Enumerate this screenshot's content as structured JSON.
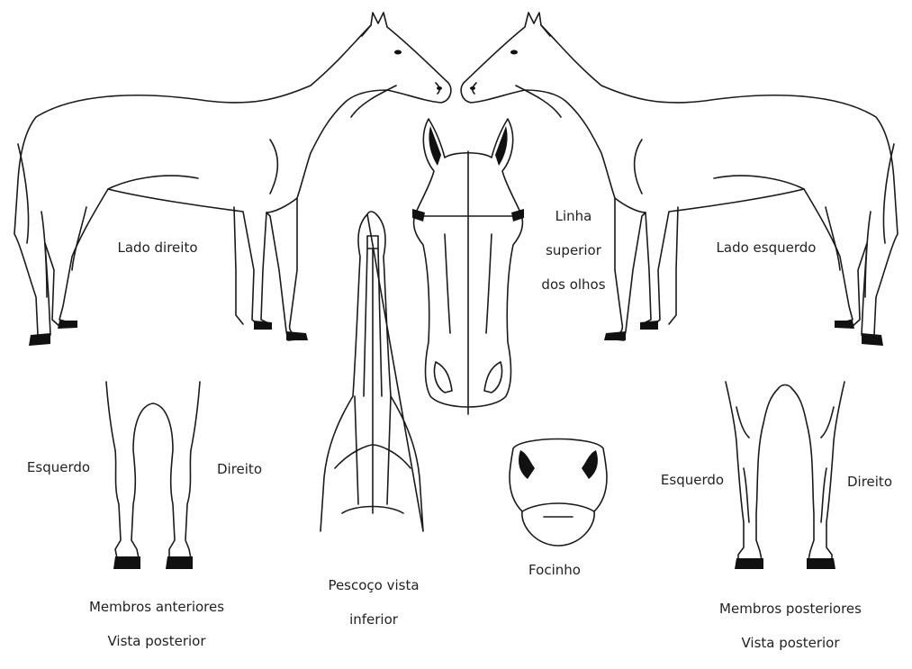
{
  "figure": {
    "labels": {
      "right_side": "Lado direito",
      "left_side": "Lado esquerdo",
      "eye_line": [
        "Linha",
        "superior",
        "dos olhos"
      ],
      "forelimbs_left": "Esquerdo",
      "forelimbs_right": "Direito",
      "forelimbs_caption": [
        "Membros anteriores",
        "Vista posterior"
      ],
      "neck_caption": [
        "Pescoço vista",
        "inferior"
      ],
      "muzzle_caption": "Focinho",
      "hindlimbs_left": "Esquerdo",
      "hindlimbs_right": "Direito",
      "hindlimbs_caption": [
        "Membros posteriores",
        "Vista posterior"
      ]
    },
    "colors": {
      "line": "#1a1a1a",
      "fill": "#ffffff",
      "hoof": "#111111"
    }
  }
}
